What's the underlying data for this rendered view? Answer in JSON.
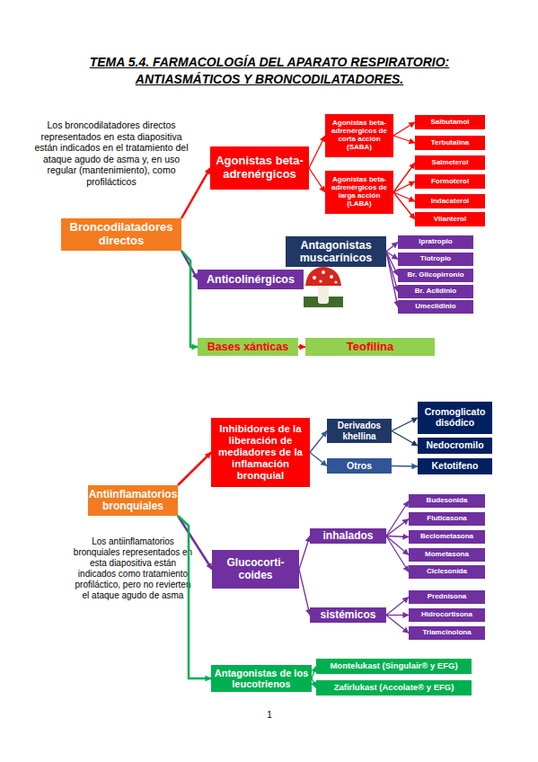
{
  "diagram": {
    "title": "TEMA 5.4. FARMACOLOGÍA DEL APARATO RESPIRATORIO: ANTIASMÁTICOS Y BRONCODILATADORES.",
    "nodes": [
      {
        "text": [
          "Broncodilatadores directos"
        ]
      },
      {
        "text": [
          "Agonistas beta-adrenérgicos"
        ]
      },
      {
        "text": [
          "Agonistas beta-adrenérgicos de corta acción (SABA)"
        ]
      },
      {
        "text": [
          "Agonistas beta-adrenérgicos de larga acción (LABA)"
        ]
      },
      {
        "text": [
          "Salbutamol"
        ]
      },
      {
        "text": [
          "Terbutalina"
        ]
      },
      {
        "text": [
          "Salmeterol"
        ]
      },
      {
        "text": [
          "Formoterol"
        ]
      },
      {
        "text": [
          "Indacaterol"
        ]
      },
      {
        "text": [
          "Vilanterol"
        ]
      },
      {
        "text": [
          "Antagonistas muscarínicos"
        ]
      },
      {
        "text": [
          "Anticolinérgicos"
        ]
      },
      {
        "text": [
          "Ipratropio"
        ]
      },
      {
        "text": [
          "Tiotropio"
        ]
      },
      {
        "text": [
          "Br. Glicopirronio"
        ]
      },
      {
        "text": [
          "Br. Aclidinio"
        ]
      },
      {
        "text": [
          "Umeclidinio"
        ]
      },
      {
        "text": [
          "Bases xánticas"
        ]
      },
      {
        "text": [
          "Teofilina"
        ]
      },
      {
        "text": [
          "Antiinflamatorios bronquiales"
        ]
      },
      {
        "text": [
          "Inhibidores de la liberación de mediadores de la inflamación bronquial"
        ]
      },
      {
        "text": [
          "Derivados khellina"
        ]
      },
      {
        "text": [
          "Otros"
        ]
      },
      {
        "text": [
          "Cromoglicato disódico"
        ]
      },
      {
        "text": [
          "Nedocromilo"
        ]
      },
      {
        "text": [
          "Ketotifeno"
        ]
      },
      {
        "text": [
          "Glucocorti- coides"
        ]
      },
      {
        "text": [
          "inhalados"
        ]
      },
      {
        "text": [
          "sistémicos"
        ]
      },
      {
        "text": [
          "Budesonida"
        ]
      },
      {
        "text": [
          "Fluticasona"
        ]
      },
      {
        "text": [
          "Beclometasona"
        ]
      },
      {
        "text": [
          "Mometasona"
        ]
      },
      {
        "text": [
          "Ciclesonida"
        ]
      },
      {
        "text": [
          "Prednisona"
        ]
      },
      {
        "text": [
          "Hidrocortisona"
        ]
      },
      {
        "text": [
          "Triamcinolona"
        ]
      },
      {
        "text": [
          "Antagonistas de los leucotrienos"
        ]
      },
      {
        "text": [
          "Montelukast (Singulair® y EFG)"
        ]
      },
      {
        "text": [
          "Zafirlukast (Accolate® y EFG)"
        ]
      }
    ],
    "edges": [
      {
        "from": 0,
        "to": 1,
        "arrow": "to"
      },
      {
        "from": 1,
        "to": 2,
        "arrow": "to"
      },
      {
        "from": 1,
        "to": 3,
        "arrow": "to"
      },
      {
        "from": 2,
        "to": 4,
        "arrow": "to"
      },
      {
        "from": 2,
        "to": 5,
        "arrow": "to"
      },
      {
        "from": 3,
        "to": 6,
        "arrow": "to"
      },
      {
        "from": 3,
        "to": 7,
        "arrow": "to"
      },
      {
        "from": 3,
        "to": 8,
        "arrow": "to"
      },
      {
        "from": 3,
        "to": 9,
        "arrow": "to"
      },
      {
        "from": 0,
        "to": 11,
        "arrow": "to"
      },
      {
        "from": 10,
        "to": 12,
        "arrow": "to"
      },
      {
        "from": 10,
        "to": 13,
        "arrow": "to"
      },
      {
        "from": 10,
        "to": 14,
        "arrow": "to"
      },
      {
        "from": 10,
        "to": 15,
        "arrow": "to"
      },
      {
        "from": 10,
        "to": 16,
        "arrow": "to"
      },
      {
        "from": 0,
        "to": 17,
        "arrow": "to"
      },
      {
        "from": 17,
        "to": 18,
        "arrow": "to"
      },
      {
        "from": 19,
        "to": 20,
        "arrow": "to"
      },
      {
        "from": 20,
        "to": 21,
        "arrow": "to"
      },
      {
        "from": 20,
        "to": 22,
        "arrow": "to"
      },
      {
        "from": 21,
        "to": 23,
        "arrow": "to"
      },
      {
        "from": 21,
        "to": 24,
        "arrow": "to"
      },
      {
        "from": 22,
        "to": 25,
        "arrow": "to"
      },
      {
        "from": 19,
        "to": 26,
        "arrow": "to"
      },
      {
        "from": 26,
        "to": 27,
        "arrow": "to"
      },
      {
        "from": 26,
        "to": 28,
        "arrow": "to"
      },
      {
        "from": 27,
        "to": 29,
        "arrow": "to"
      },
      {
        "from": 27,
        "to": 30,
        "arrow": "to"
      },
      {
        "from": 27,
        "to": 31,
        "arrow": "to"
      },
      {
        "from": 27,
        "to": 32,
        "arrow": "to"
      },
      {
        "from": 27,
        "to": 33,
        "arrow": "to"
      },
      {
        "from": 28,
        "to": 34,
        "arrow": "to"
      },
      {
        "from": 28,
        "to": 35,
        "arrow": "to"
      },
      {
        "from": 28,
        "to": 36,
        "arrow": "to"
      },
      {
        "from": 19,
        "to": 37,
        "arrow": "to"
      },
      {
        "from": 37,
        "to": 38,
        "arrow": "to"
      },
      {
        "from": 37,
        "to": 39,
        "arrow": "to"
      }
    ],
    "labels": [
      "Los broncodilatadores directos representados en esta diapositiva están indicados en el tratamiento del ataque agudo de asma y, en uso regular (mantenimiento), como profilácticos",
      "Los antiinflamatorios bronquiales representados en esta diapositiva están indicados como tratamiento profiláctico, pero no revierten el ataque agudo de asma",
      "1"
    ]
  }
}
